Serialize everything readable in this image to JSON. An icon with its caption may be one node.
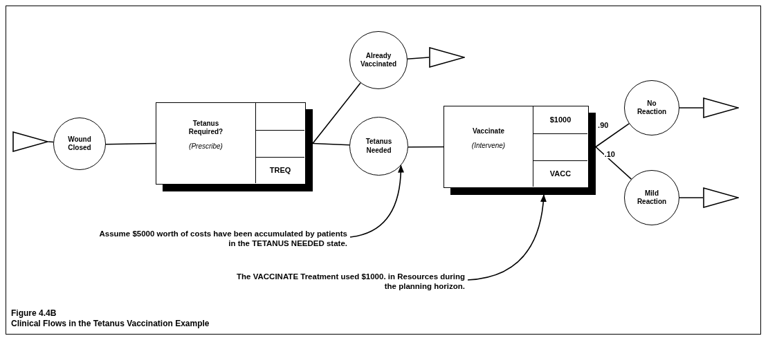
{
  "diagram": {
    "caption": "Clinical Flows in the Tetanus Vaccination Example",
    "nodes": [
      {
        "text": [],
        "shape": "triangle"
      },
      {
        "text": [
          "Wound Closed"
        ]
      },
      {
        "text": [
          "Tetanus Required?",
          "(Prescribe)"
        ]
      },
      {
        "text": [],
        "shape": "box",
        "in": 2
      },
      {
        "text": [],
        "shape": "box",
        "in": 2
      },
      {
        "text": [
          "TREQ"
        ],
        "in": 2
      },
      {
        "text": [
          "Already Vaccinated"
        ]
      },
      {
        "text": [],
        "shape": "triangle"
      },
      {
        "text": [
          "Tetanus Needed"
        ]
      },
      {
        "text": [
          "Vaccinate",
          "(Intervene)"
        ]
      },
      {
        "text": [
          "$1000"
        ],
        "in": 9
      },
      {
        "text": [],
        "shape": "box",
        "in": 9
      },
      {
        "text": [
          "VACC"
        ],
        "in": 9
      },
      {
        "text": [
          "No Reaction"
        ]
      },
      {
        "text": [],
        "shape": "triangle"
      },
      {
        "text": [
          "Mild Reaction"
        ]
      },
      {
        "text": [],
        "shape": "triangle"
      },
      {
        "text": [
          "Assume $5000 worth of costs have been accumulated by patients in the TETANUS NEEDED state."
        ]
      },
      {
        "text": [
          "The VACCINATE Treatment used $1000. in Resources during the planning horizon."
        ]
      }
    ],
    "edges": [
      {
        "from": 0,
        "to": 1,
        "arrow": "none"
      },
      {
        "from": 1,
        "to": 2,
        "arrow": "none"
      },
      {
        "from": 2,
        "to": 6,
        "arrow": "none"
      },
      {
        "from": 2,
        "to": 8,
        "arrow": "none"
      },
      {
        "from": 6,
        "to": 7,
        "arrow": "none"
      },
      {
        "from": 8,
        "to": 9,
        "arrow": "none"
      },
      {
        "from": 9,
        "to": 13,
        "label": ".90",
        "arrow": "none"
      },
      {
        "from": 9,
        "to": 15,
        "label": ".10",
        "arrow": "none"
      },
      {
        "from": 13,
        "to": 14,
        "arrow": "none"
      },
      {
        "from": 15,
        "to": 16,
        "arrow": "none"
      },
      {
        "from": 17,
        "to": 8,
        "arrow": "to"
      },
      {
        "from": 18,
        "to": 9,
        "arrow": "to"
      }
    ],
    "labels": [
      "Figure 4.4B"
    ]
  }
}
